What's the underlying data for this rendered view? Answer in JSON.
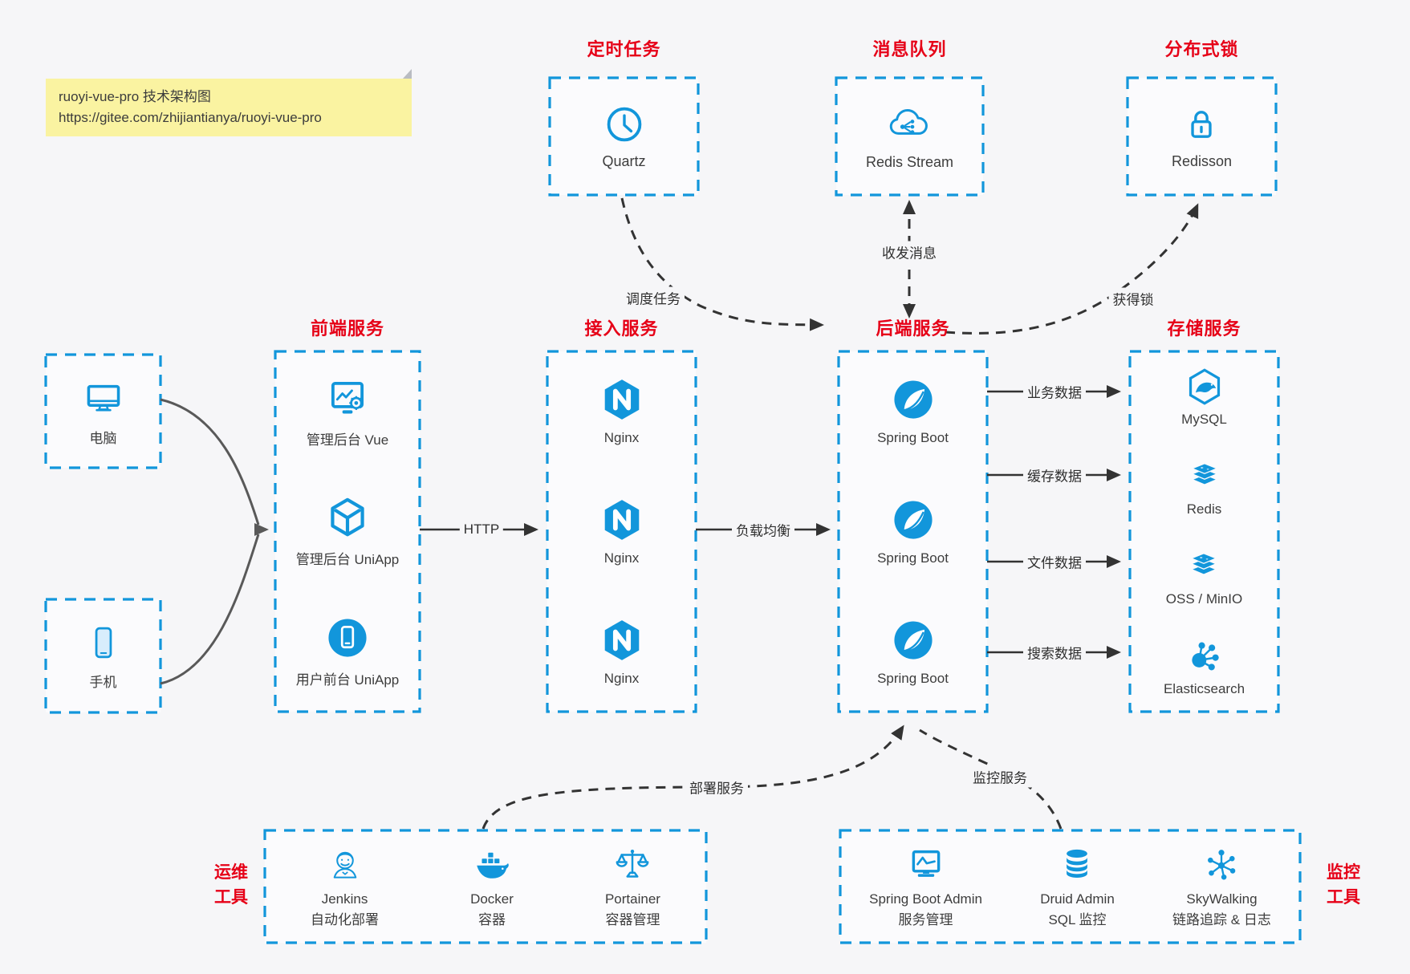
{
  "note": {
    "line1": "ruoyi-vue-pro 技术架构图",
    "line2": "https://gitee.com/zhijiantianya/ruoyi-vue-pro"
  },
  "top_groups": [
    {
      "title": "定时任务",
      "item": {
        "icon": "clock-icon",
        "label": "Quartz"
      }
    },
    {
      "title": "消息队列",
      "item": {
        "icon": "cloud-network-icon",
        "label": "Redis Stream"
      }
    },
    {
      "title": "分布式锁",
      "item": {
        "icon": "lock-icon",
        "label": "Redisson"
      }
    }
  ],
  "clients": [
    {
      "icon": "desktop-icon",
      "label": "电脑"
    },
    {
      "icon": "phone-icon",
      "label": "手机"
    }
  ],
  "columns": [
    {
      "title": "前端服务",
      "items": [
        {
          "icon": "admin-vue-icon",
          "label": "管理后台 Vue"
        },
        {
          "icon": "uniapp-cube-icon",
          "label": "管理后台 UniApp"
        },
        {
          "icon": "mobile-app-icon",
          "label": "用户前台 UniApp"
        }
      ]
    },
    {
      "title": "接入服务",
      "items": [
        {
          "icon": "nginx-icon",
          "label": "Nginx"
        },
        {
          "icon": "nginx-icon",
          "label": "Nginx"
        },
        {
          "icon": "nginx-icon",
          "label": "Nginx"
        }
      ]
    },
    {
      "title": "后端服务",
      "items": [
        {
          "icon": "spring-boot-icon",
          "label": "Spring Boot"
        },
        {
          "icon": "spring-boot-icon",
          "label": "Spring Boot"
        },
        {
          "icon": "spring-boot-icon",
          "label": "Spring Boot"
        }
      ]
    },
    {
      "title": "存储服务",
      "items": [
        {
          "icon": "mysql-icon",
          "label": "MySQL"
        },
        {
          "icon": "redis-icon",
          "label": "Redis"
        },
        {
          "icon": "object-storage-icon",
          "label": "OSS / MinIO"
        },
        {
          "icon": "elasticsearch-icon",
          "label": "Elasticsearch"
        }
      ]
    }
  ],
  "bottom_groups": [
    {
      "side_label_line1": "运维",
      "side_label_line2": "工具",
      "items": [
        {
          "icon": "jenkins-icon",
          "label1": "Jenkins",
          "label2": "自动化部署"
        },
        {
          "icon": "docker-icon",
          "label1": "Docker",
          "label2": "容器"
        },
        {
          "icon": "portainer-icon",
          "label1": "Portainer",
          "label2": "容器管理"
        }
      ]
    },
    {
      "side_label_line1": "监控",
      "side_label_line2": "工具",
      "items": [
        {
          "icon": "spring-boot-admin-icon",
          "label1": "Spring Boot Admin",
          "label2": "服务管理"
        },
        {
          "icon": "druid-icon",
          "label1": "Druid Admin",
          "label2": "SQL 监控"
        },
        {
          "icon": "skywalking-icon",
          "label1": "SkyWalking",
          "label2": "链路追踪 & 日志"
        }
      ]
    }
  ],
  "edge_labels": {
    "http": "HTTP",
    "load_balance": "负载均衡",
    "schedule": "调度任务",
    "messaging": "收发消息",
    "lock": "获得锁",
    "business_data": "业务数据",
    "cache_data": "缓存数据",
    "file_data": "文件数据",
    "search_data": "搜索数据",
    "deploy": "部署服务",
    "monitor": "监控服务"
  },
  "colors": {
    "box_border_blue": "#1296db",
    "icon_blue": "#1296db",
    "title_red": "#e60017",
    "arrow_dark": "#333333",
    "client_arrow_gray": "#595959",
    "note_bg": "#faf3a1"
  }
}
